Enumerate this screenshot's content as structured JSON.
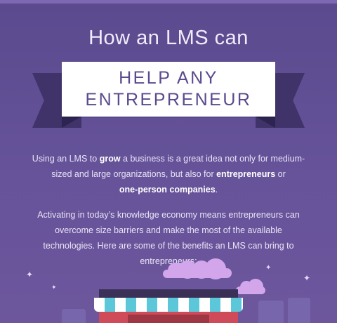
{
  "header": {
    "title": "How an LMS can",
    "ribbon_lines": [
      "HELP ANY",
      "ENTREPRENEUR"
    ]
  },
  "intro": {
    "t1": "Using an LMS to ",
    "b1": "grow",
    "t2": " a business is a great idea not only for medium-sized and large organizations, but also for ",
    "b2": "entrepreneurs",
    "t3": " or ",
    "b3": "one-person companies",
    "t4": "."
  },
  "paragraph2": "Activating in today’s knowledge economy means entrepreneurs can overcome size barriers and make the most of the available technologies. Here are some of the benefits an LMS can bring to entrepreneurs:",
  "decor": {
    "sparkle_glyph": "✦",
    "colors": {
      "background": "#5b4a8e",
      "ribbon": "#ffffff",
      "ribbon_text": "#5b4a8e",
      "ribbon_tail": "#3f3369",
      "cloud": "#d3a6ec",
      "awning_stripe": "#5cc7d8",
      "store_wall": "#d04b5a"
    }
  }
}
